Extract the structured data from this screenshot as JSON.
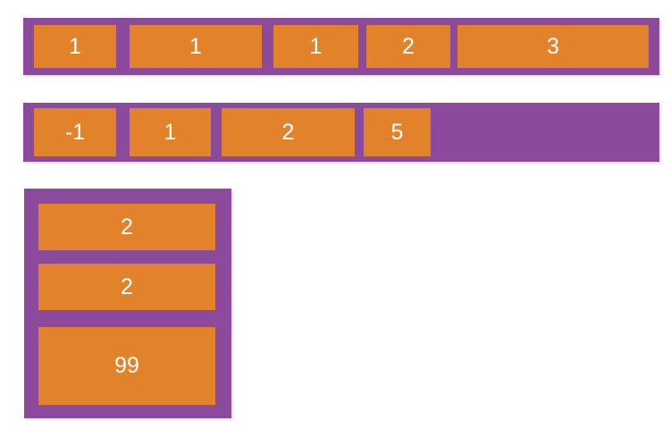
{
  "colors": {
    "container_purple": "#8B4A9C",
    "item_orange": "#E2832C",
    "label_white": "#FFFFFF"
  },
  "containers": [
    {
      "name": "flex-row-a",
      "direction": "row",
      "items": [
        "1",
        "1",
        "1",
        "2",
        "3"
      ]
    },
    {
      "name": "flex-row-b",
      "direction": "row",
      "items": [
        "-1",
        "1",
        "2",
        "5"
      ]
    },
    {
      "name": "flex-column",
      "direction": "column",
      "items": [
        "2",
        "2",
        "99"
      ]
    }
  ]
}
